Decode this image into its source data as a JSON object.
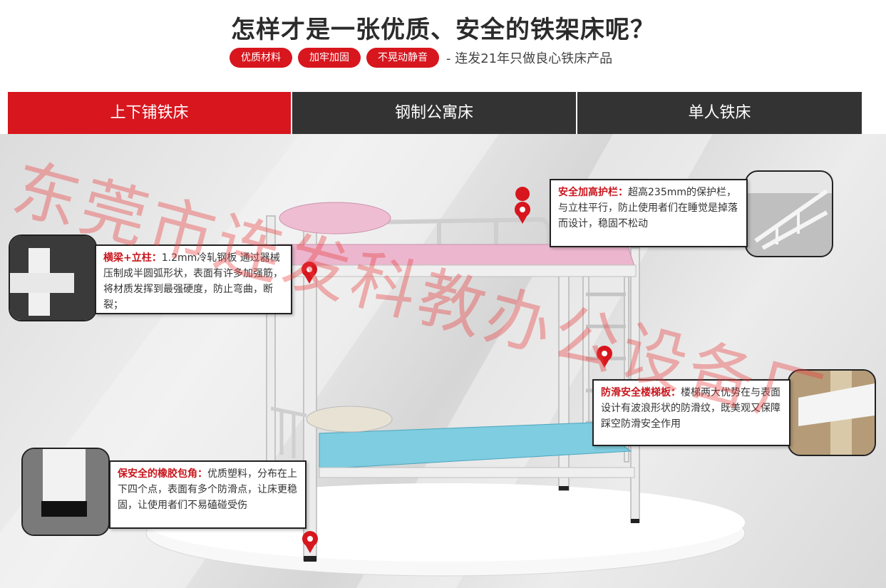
{
  "header": {
    "title": "怎样才是一张优质、安全的铁架床呢？",
    "tags": [
      "优质材料",
      "加牢加固",
      "不晃动静音"
    ],
    "slogan": "- 连发21年只做良心铁床产品"
  },
  "tabs": [
    {
      "label": "上下铺铁床",
      "active": true
    },
    {
      "label": "钢制公寓床",
      "active": false
    },
    {
      "label": "单人铁床",
      "active": false
    }
  ],
  "callouts": {
    "guardrail": {
      "title": "安全加高护栏：",
      "text": "超高235mm的保护栏，与立柱平行，防止使用者们在睡觉是掉落而设计，稳固不松动"
    },
    "frame": {
      "title": "横梁+立柱：",
      "text": "1.2mm冷轧钢板 通过器械压制成半圆弧形状，表面有许多加强筋，将材质发挥到最强硬度，防止弯曲，断裂；"
    },
    "ladder": {
      "title": "防滑安全楼梯板：",
      "text": "楼梯两大优势在与表面设计有波浪形状的防滑纹，既美观又保障踩空防滑安全作用"
    },
    "foot": {
      "title": "保安全的橡胶包角：",
      "text": "优质塑料，分布在上下四个点，表面有多个防滑点，让床更稳固，让使用者们不易磕碰受伤"
    }
  },
  "watermark": "东莞市连发科教办公设备厂",
  "colors": {
    "accent": "#d7161e",
    "dark_tab": "#333333"
  }
}
